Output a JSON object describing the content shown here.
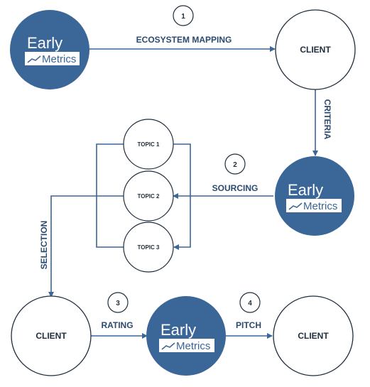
{
  "colors": {
    "brand": "#3a6698",
    "line": "#3a6698",
    "outline": "#1f2d3d",
    "label": "#2b4a6f"
  },
  "logo": {
    "word_top": "Early",
    "word_bottom": "Metrics"
  },
  "steps": {
    "s1": {
      "number": "1",
      "label": "ECOSYSTEM MAPPING"
    },
    "s2": {
      "number": "2",
      "label": "SOURCING"
    },
    "s3": {
      "number": "3",
      "label": "RATING"
    },
    "s4": {
      "number": "4",
      "label": "PITCH"
    }
  },
  "criteria_label": "CRITERIA",
  "selection_label": "SELECTION",
  "nodes": {
    "client_top": "CLIENT",
    "client_bottom_left": "CLIENT",
    "client_bottom_right": "CLIENT"
  },
  "topics": [
    "TOPIC 1",
    "TOPIC 2",
    "TOPIC 3"
  ]
}
